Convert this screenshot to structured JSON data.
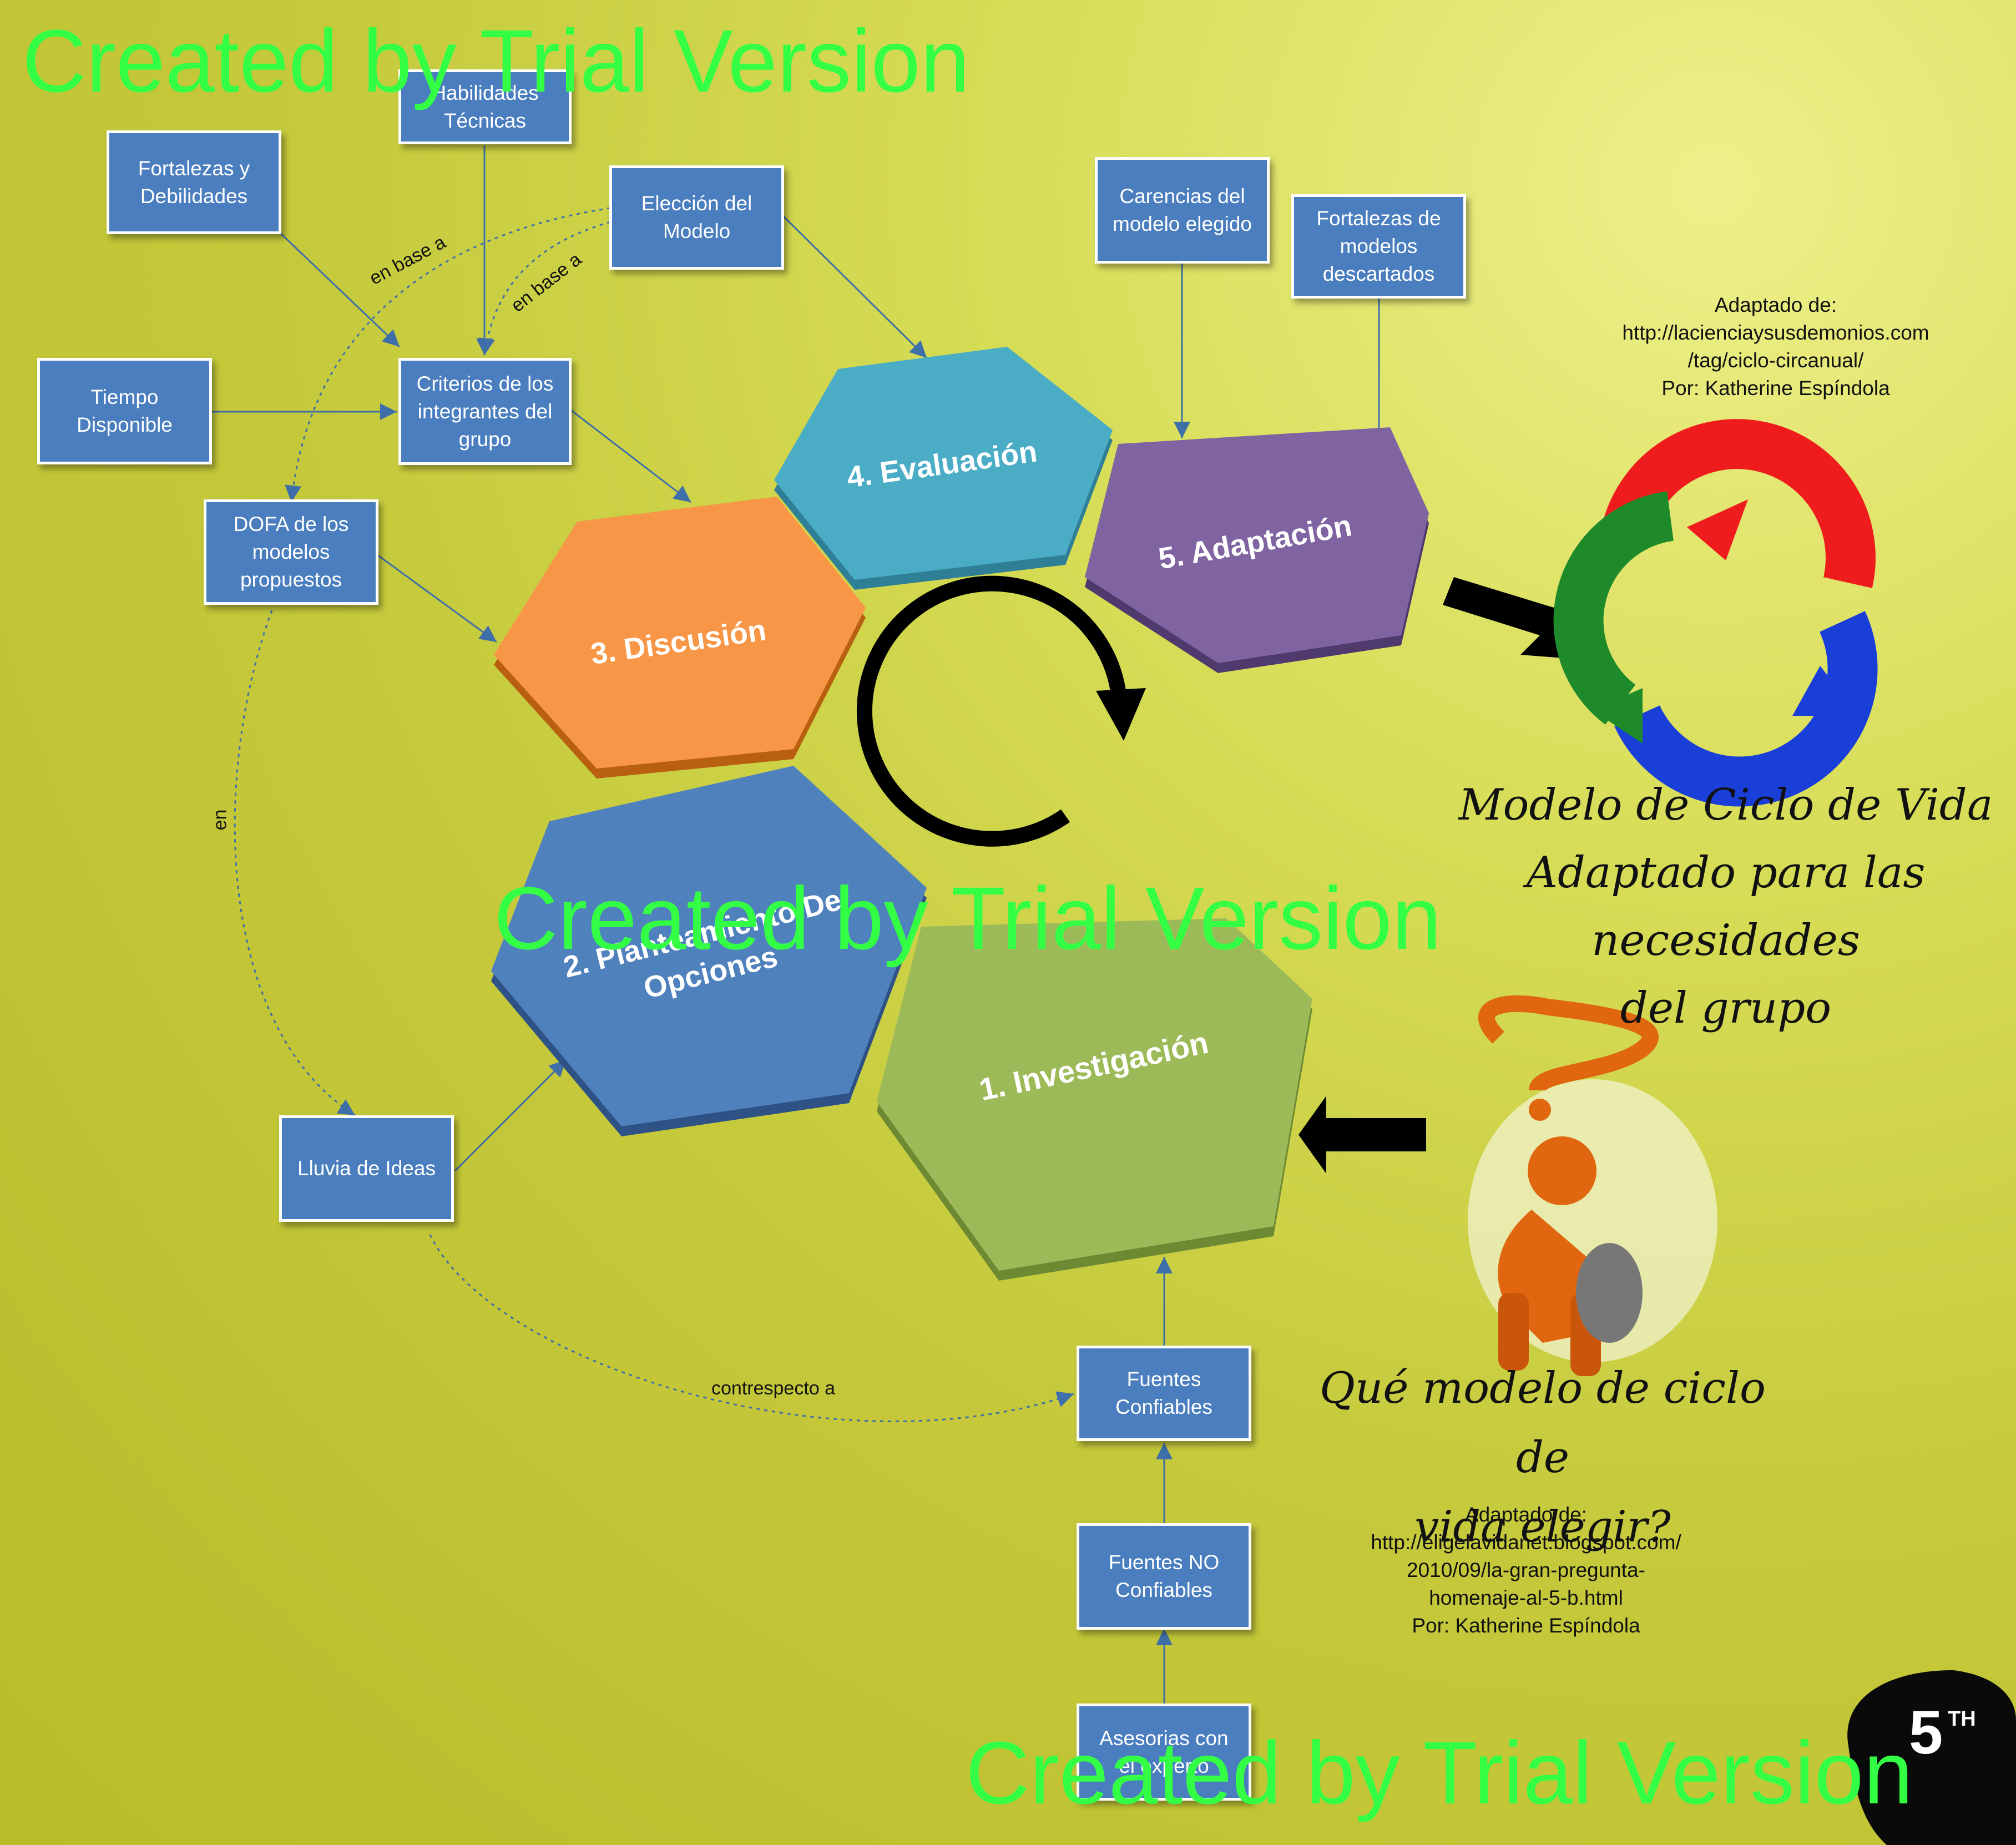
{
  "watermark": "Created by Trial Version",
  "boxes": {
    "habilidades": "Habilidades\nTécnicas",
    "fortalezas_debilidades": "Fortalezas y\nDebilidades",
    "eleccion": "Elección del\nModelo",
    "carencias": "Carencias del\nmodelo elegido",
    "fortalezas_modelos": "Fortalezas de\nmodelos\ndescartados",
    "tiempo": "Tiempo\nDisponible",
    "criterios": "Criterios de los\nintegrantes del\ngrupo",
    "dofa": "DOFA de los\nmodelos\npropuestos",
    "lluvia": "Lluvia de Ideas",
    "fuentes_confiables": "Fuentes\nConfiables",
    "fuentes_no": "Fuentes NO\nConfiables",
    "asesorias": "Asesorias con\nel experto"
  },
  "links": {
    "en_base_a_1": "en base a",
    "en_base_a_2": "en base a",
    "en": "en",
    "contrespecto": "contrespecto a"
  },
  "phases": {
    "p1": "1. Investigación",
    "p2_line1": "2. Planteamiento De",
    "p2_line2": "Opciones",
    "p3": "3. Discusión",
    "p4": "4. Evaluación",
    "p5": "5. Adaptación"
  },
  "credits": {
    "top": "Adaptado de:\nhttp://lacienciaysusdemonios.com\n/tag/ciclo-circanual/\nPor: Katherine Espíndola",
    "bottom": "Adaptado de:\nhttp://eligelavidanet.blogspot.com/\n2010/09/la-gran-pregunta-\nhomenaje-al-5-b.html\nPor: Katherine Espíndola"
  },
  "titles": {
    "model": "Modelo de Ciclo de Vida\nAdaptado para las necesidades\ndel grupo",
    "question": "Qué modelo de ciclo de\nvida elegir?"
  },
  "colors": {
    "box": "#4a7ebe",
    "investigacion": "#9cbb58",
    "planteamiento": "#4f81bd",
    "discusion": "#f79646",
    "evaluacion": "#4bacc6",
    "adaptacion": "#8064a2",
    "watermark": "#33ff44"
  },
  "icons": [
    "recycle-arrows-icon",
    "thinking-person-icon",
    "question-mark-icon",
    "cycle-arrow-icon",
    "5th-logo-icon"
  ]
}
